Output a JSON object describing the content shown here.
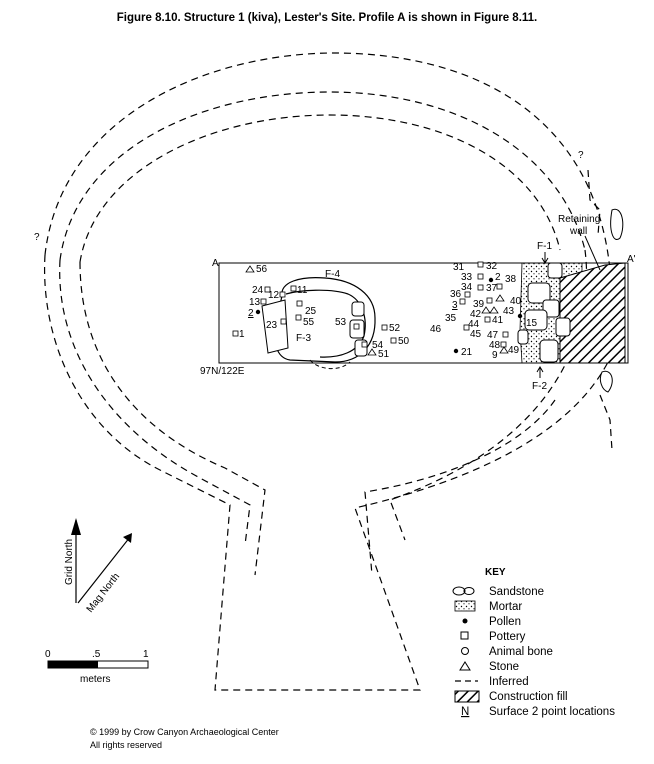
{
  "figure": {
    "title": "Figure 8.10.  Structure 1 (kiva), Lester's Site. Profile A is shown in Figure 8.11."
  },
  "labels": {
    "profile_a": "A",
    "profile_a_prime": "A'",
    "question_left": "?",
    "question_right": "?",
    "retaining_wall_1": "Retaining",
    "retaining_wall_2": "wall",
    "f1": "F-1",
    "f2": "F-2",
    "f3": "F-3",
    "f4": "F-4",
    "grid_corner": "97N/122E"
  },
  "points": [
    {
      "id": "56",
      "type": "stone"
    },
    {
      "id": "24",
      "type": "pottery"
    },
    {
      "id": "12",
      "type": "pottery"
    },
    {
      "id": "11",
      "type": "pottery"
    },
    {
      "id": "13",
      "type": "pottery"
    },
    {
      "id": "2",
      "type": "pollen",
      "surface2": true
    },
    {
      "id": "25",
      "type": "pottery"
    },
    {
      "id": "55",
      "type": "pottery"
    },
    {
      "id": "23",
      "type": "pottery"
    },
    {
      "id": "1",
      "type": "pottery"
    },
    {
      "id": "53",
      "type": "pottery"
    },
    {
      "id": "52",
      "type": "pottery"
    },
    {
      "id": "50",
      "type": "pottery"
    },
    {
      "id": "54",
      "type": "pottery"
    },
    {
      "id": "51",
      "type": "stone"
    },
    {
      "id": "21",
      "type": "pollen"
    },
    {
      "id": "31",
      "type": "pottery"
    },
    {
      "id": "32",
      "type": "pottery"
    },
    {
      "id": "33",
      "type": "pottery"
    },
    {
      "id": "34",
      "type": "pottery"
    },
    {
      "id": "2",
      "type": "pollen"
    },
    {
      "id": "38",
      "type": "pottery"
    },
    {
      "id": "37",
      "type": "pottery"
    },
    {
      "id": "36",
      "type": "pottery"
    },
    {
      "id": "3",
      "type": "pottery",
      "surface2": true
    },
    {
      "id": "39",
      "type": "pottery"
    },
    {
      "id": "40",
      "type": "stone"
    },
    {
      "id": "42",
      "type": "stone"
    },
    {
      "id": "43",
      "type": "stone"
    },
    {
      "id": "35",
      "type": "pottery"
    },
    {
      "id": "41",
      "type": "pottery"
    },
    {
      "id": "44",
      "type": "pottery"
    },
    {
      "id": "46",
      "type": "pottery"
    },
    {
      "id": "45",
      "type": "pottery"
    },
    {
      "id": "15",
      "type": "pollen"
    },
    {
      "id": "47",
      "type": "pottery"
    },
    {
      "id": "48",
      "type": "pottery"
    },
    {
      "id": "49",
      "type": "stone"
    },
    {
      "id": "9",
      "type": "stone"
    }
  ],
  "north_arrows": {
    "grid": "Grid North",
    "mag": "Mag North"
  },
  "scale_bar": {
    "ticks": [
      "0",
      ".5",
      "1"
    ],
    "unit": "meters"
  },
  "key": {
    "title": "KEY",
    "items": [
      {
        "symbol": "sandstone",
        "label": "Sandstone"
      },
      {
        "symbol": "mortar",
        "label": "Mortar"
      },
      {
        "symbol": "pollen",
        "label": "Pollen"
      },
      {
        "symbol": "pottery",
        "label": "Pottery"
      },
      {
        "symbol": "animal-bone",
        "label": "Animal bone"
      },
      {
        "symbol": "stone",
        "label": "Stone"
      },
      {
        "symbol": "inferred",
        "label": "Inferred"
      },
      {
        "symbol": "construction-fill",
        "label": "Construction fill"
      },
      {
        "symbol": "surface-2",
        "glyph": "N",
        "label": "Surface 2 point locations"
      }
    ]
  },
  "copyright": {
    "line1": "© 1999 by Crow Canyon Archaeological Center",
    "line2": "All rights reserved"
  }
}
